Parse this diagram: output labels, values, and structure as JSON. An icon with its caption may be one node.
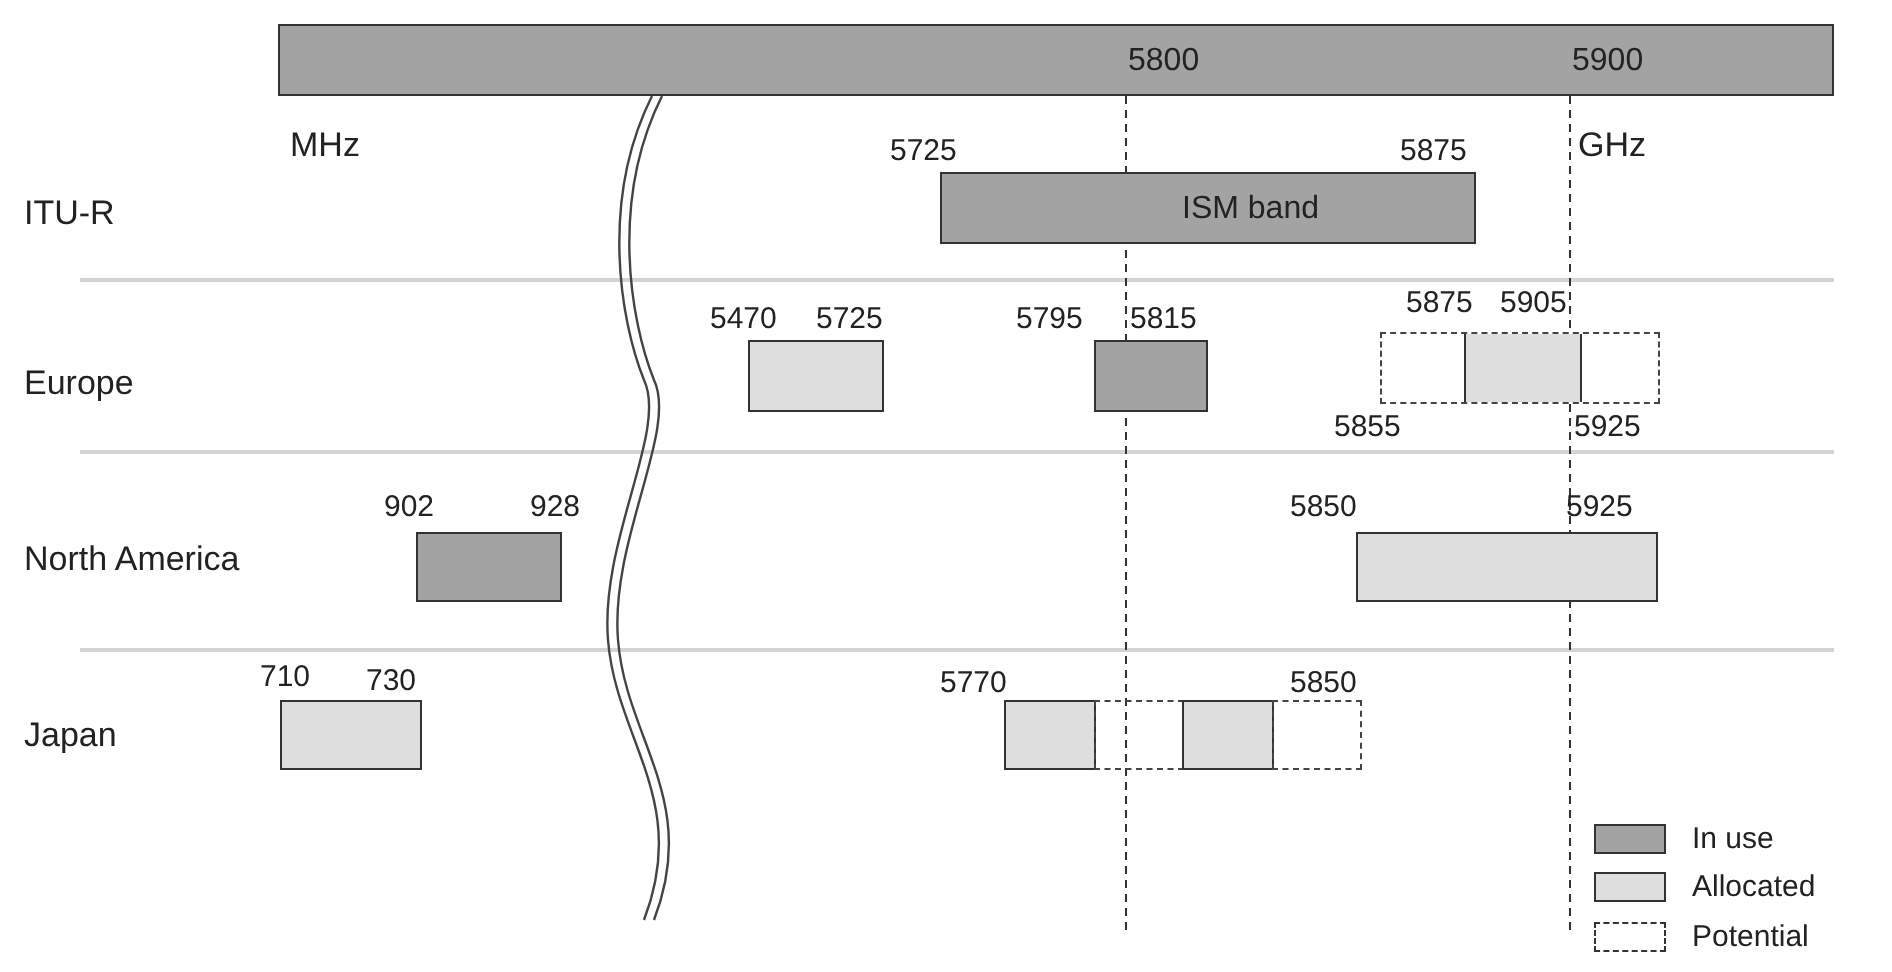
{
  "diagram": {
    "nodes": [
      {
        "text": [
          "5800",
          "5900"
        ]
      },
      {
        "text": [
          "ISM band"
        ],
        "beside": [
          "5725",
          "5875"
        ]
      },
      {
        "text": [],
        "shape": "bar",
        "beside": [
          "5470",
          "5725"
        ]
      },
      {
        "text": [],
        "shape": "bar",
        "beside": [
          "5795",
          "5815"
        ]
      },
      {
        "text": [],
        "shape": "bar",
        "beside": [
          "5855",
          "5925"
        ]
      },
      {
        "text": [],
        "shape": "bar",
        "in": 4,
        "beside": [
          "5875",
          "5905"
        ]
      },
      {
        "text": [],
        "shape": "bar",
        "beside": [
          "902",
          "928"
        ]
      },
      {
        "text": [],
        "shape": "bar",
        "beside": [
          "5850",
          "5925"
        ]
      },
      {
        "text": [],
        "shape": "bar",
        "beside": [
          "710",
          "730"
        ]
      },
      {
        "text": [],
        "shape": "bar",
        "beside": [
          "5770"
        ]
      },
      {
        "text": [],
        "shape": "bar"
      },
      {
        "text": [],
        "shape": "bar"
      },
      {
        "text": [],
        "shape": "bar",
        "beside": [
          "5850"
        ]
      }
    ],
    "labels": [
      "MHz",
      "GHz",
      "ITU-R",
      "Europe",
      "North America",
      "Japan"
    ],
    "legend": [
      {
        "text": "In use",
        "color": "#a3a3a3"
      },
      {
        "text": "Allocated",
        "color": "#dedede"
      },
      {
        "text": "Potential"
      }
    ]
  }
}
